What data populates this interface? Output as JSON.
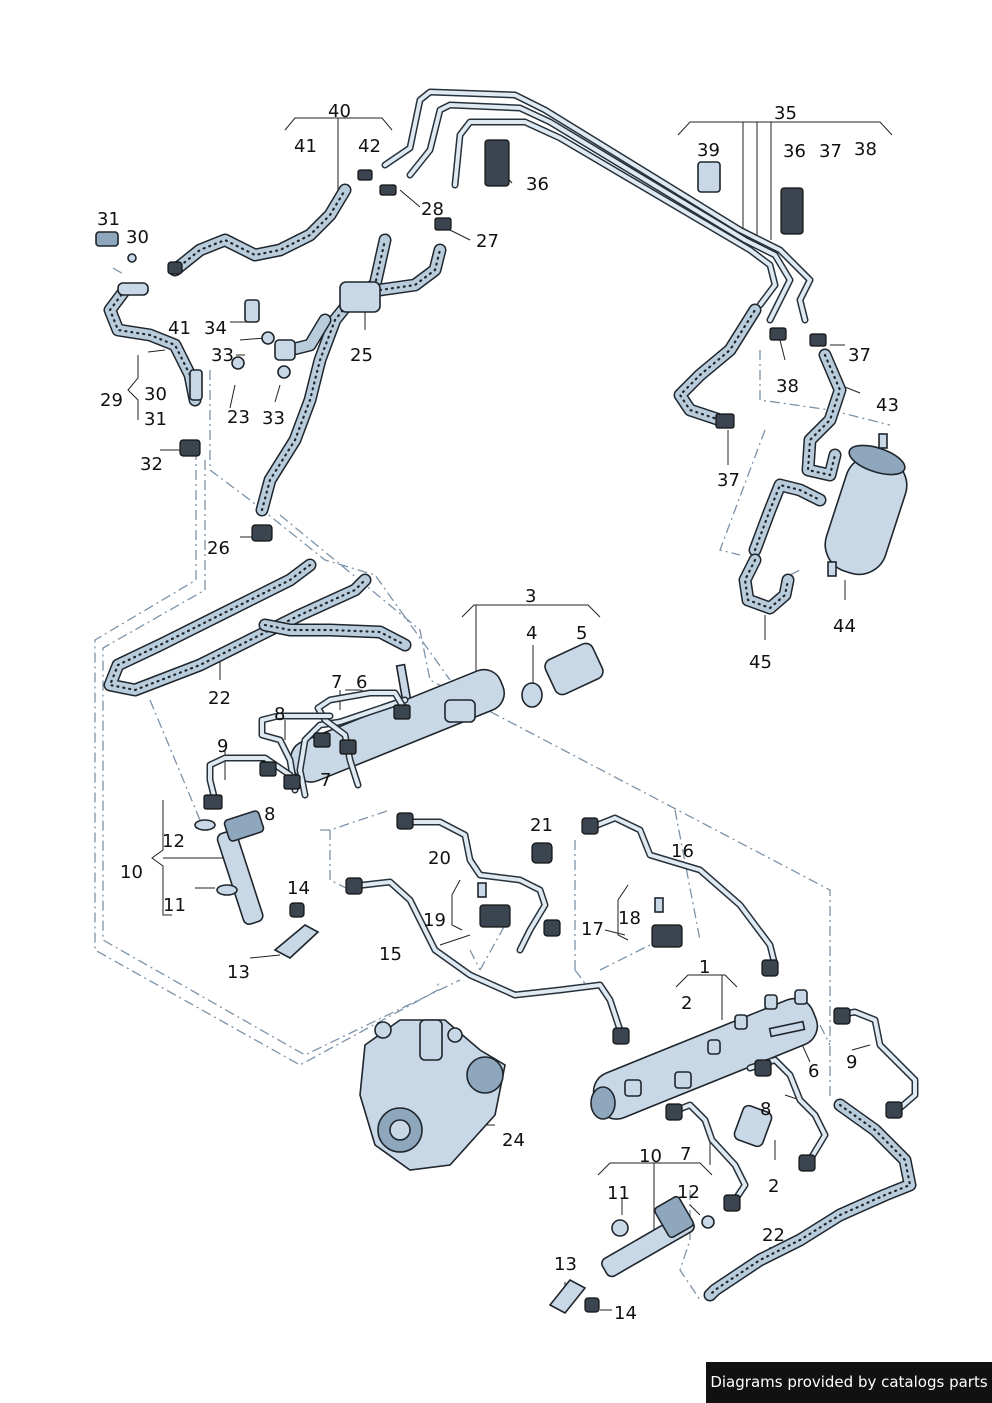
{
  "callouts": {
    "c1": "1",
    "c2a": "2",
    "c2b": "2",
    "c3": "3",
    "c4": "4",
    "c5": "5",
    "c6a": "6",
    "c6b": "6",
    "c7a": "7",
    "c7b": "7",
    "c7c": "7",
    "c8a": "8",
    "c8b": "8",
    "c8c": "8",
    "c9a": "9",
    "c9b": "9",
    "c10a": "10",
    "c10b": "10",
    "c11a": "11",
    "c11b": "11",
    "c12a": "12",
    "c12b": "12",
    "c13a": "13",
    "c13b": "13",
    "c14a": "14",
    "c14b": "14",
    "c15": "15",
    "c16": "16",
    "c17": "17",
    "c18": "18",
    "c19": "19",
    "c20": "20",
    "c21": "21",
    "c22a": "22",
    "c22b": "22",
    "c23": "23",
    "c24": "24",
    "c25": "25",
    "c26": "26",
    "c27": "27",
    "c28": "28",
    "c29": "29",
    "c30a": "30",
    "c30b": "30",
    "c31a": "31",
    "c31b": "31",
    "c32": "32",
    "c33a": "33",
    "c33b": "33",
    "c34": "34",
    "c35": "35",
    "c36a": "36",
    "c36b": "36",
    "c37a": "37",
    "c37b": "37",
    "c37c": "37",
    "c38a": "38",
    "c38b": "38",
    "c39": "39",
    "c40": "40",
    "c41a": "41",
    "c41b": "41",
    "c42": "42",
    "c43": "43",
    "c44": "44",
    "c45": "45"
  },
  "watermark": "Diagrams provided by catalogs parts"
}
